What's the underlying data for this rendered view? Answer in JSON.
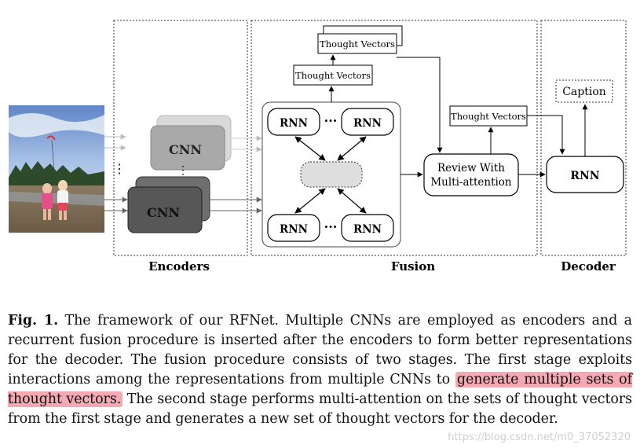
{
  "diagram": {
    "sections": {
      "encoders": "Encoders",
      "fusion": "Fusion",
      "decoder": "Decoder"
    },
    "cnn_label": "CNN",
    "rnn_label": "RNN",
    "ellipsis": "···",
    "vertical_ellipsis": "⋮",
    "thought_vectors": "Thought Vectors",
    "review_line1": "Review With",
    "review_line2": "Multi-attention",
    "caption_box": "Caption",
    "photo_alt": "photo of two children holding a kite on a beach"
  },
  "caption": {
    "fig_label": "Fig. 1.",
    "text_before": " The framework of our RFNet. Multiple CNNs are employed as encoders and a recurrent fusion procedure is inserted after the encoders to form better representations for the decoder. The fusion procedure consists of two stages. The first stage exploits interactions among the representations from multiple CNNs to ",
    "highlight": "generate multiple sets of thought vectors.",
    "text_after": " The second stage performs multi-attention on the sets of thought vectors from the first stage and generates a new set of thought vectors for the decoder."
  },
  "watermark": "https://blog.csdn.net/m0_37052320"
}
